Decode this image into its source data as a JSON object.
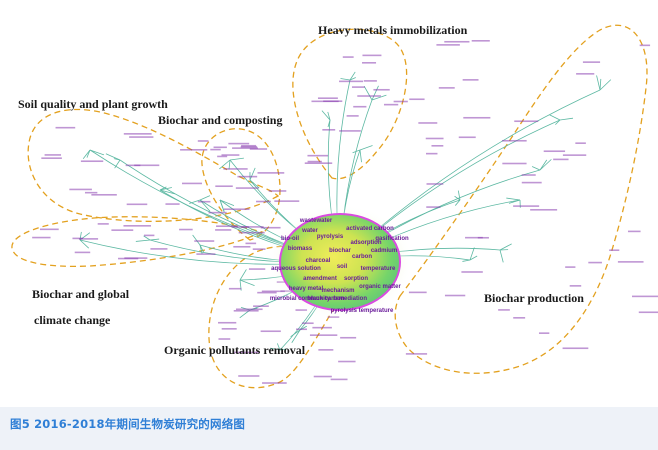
{
  "figure": {
    "caption": "图5 2016-2018年期间生物炭研究的网络图"
  },
  "clusters": [
    {
      "id": "heavy",
      "label": "Heavy metals immobilization"
    },
    {
      "id": "soil",
      "label": "Soil quality and plant growth"
    },
    {
      "id": "compost",
      "label": "Biochar and composting"
    },
    {
      "id": "climate",
      "label_line1": "Biochar and global",
      "label_line2": "climate change"
    },
    {
      "id": "organic",
      "label": "Organic pollutants removal"
    },
    {
      "id": "production",
      "label": "Biochar production"
    }
  ],
  "core_keywords": [
    "biochar",
    "soil",
    "charcoal",
    "carbon",
    "pyrolysis",
    "sorption",
    "amendment",
    "adsorption",
    "biomass",
    "temperature",
    "mechanism",
    "water",
    "activated carbon",
    "aqueous solution",
    "cadmium",
    "remediation",
    "black carbon",
    "heavy metal",
    "organic matter",
    "wastewater",
    "gasification",
    "bio-oil",
    "pyrolysis temperature",
    "microbial community"
  ],
  "colors": {
    "boundary": "#e3a11f",
    "core_ring": "#d94ce0",
    "core_green": "#74d46a",
    "core_yellow": "#f0ec5a",
    "branch": "#5cb8a2",
    "keyword": "#6b2a8a",
    "caption_text": "#2f7fd6",
    "caption_bg": "#eef2f8"
  }
}
